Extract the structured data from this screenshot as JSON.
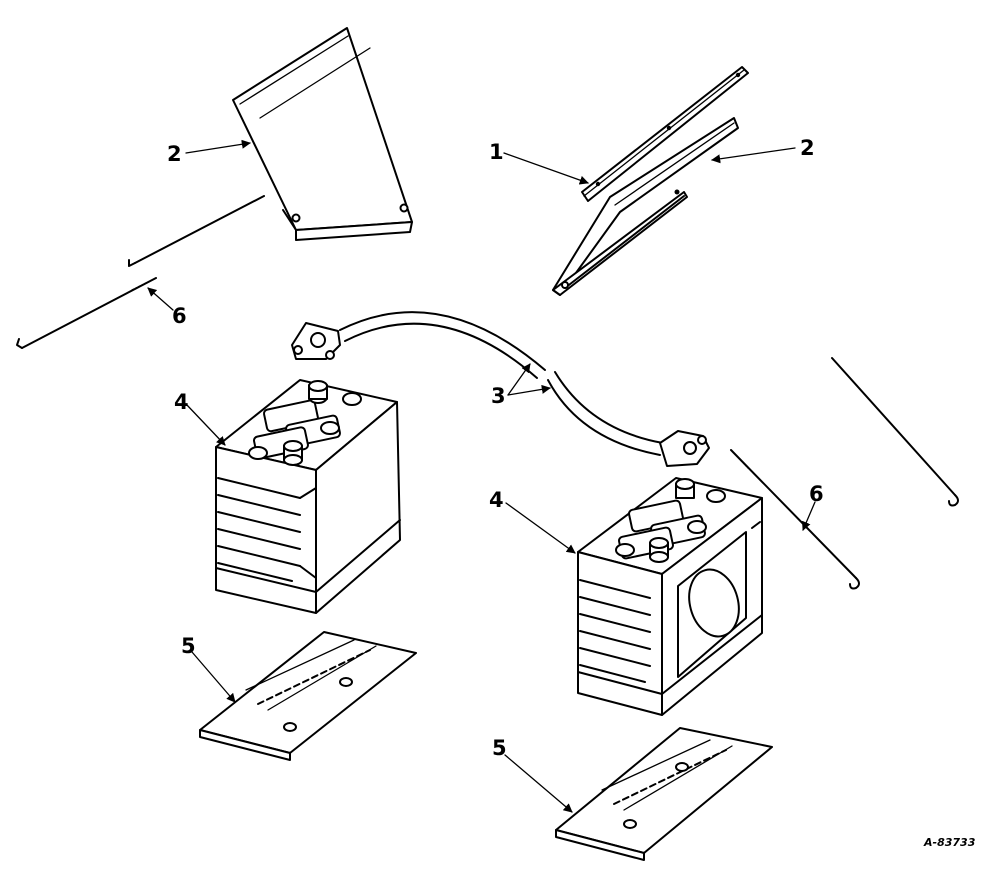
{
  "callouts": {
    "c1": "1",
    "c2a": "2",
    "c2b": "2",
    "c3": "3",
    "c4a": "4",
    "c4b": "4",
    "c5a": "5",
    "c5b": "5",
    "c6a": "6",
    "c6b": "6"
  },
  "figure_number": "A-83733"
}
